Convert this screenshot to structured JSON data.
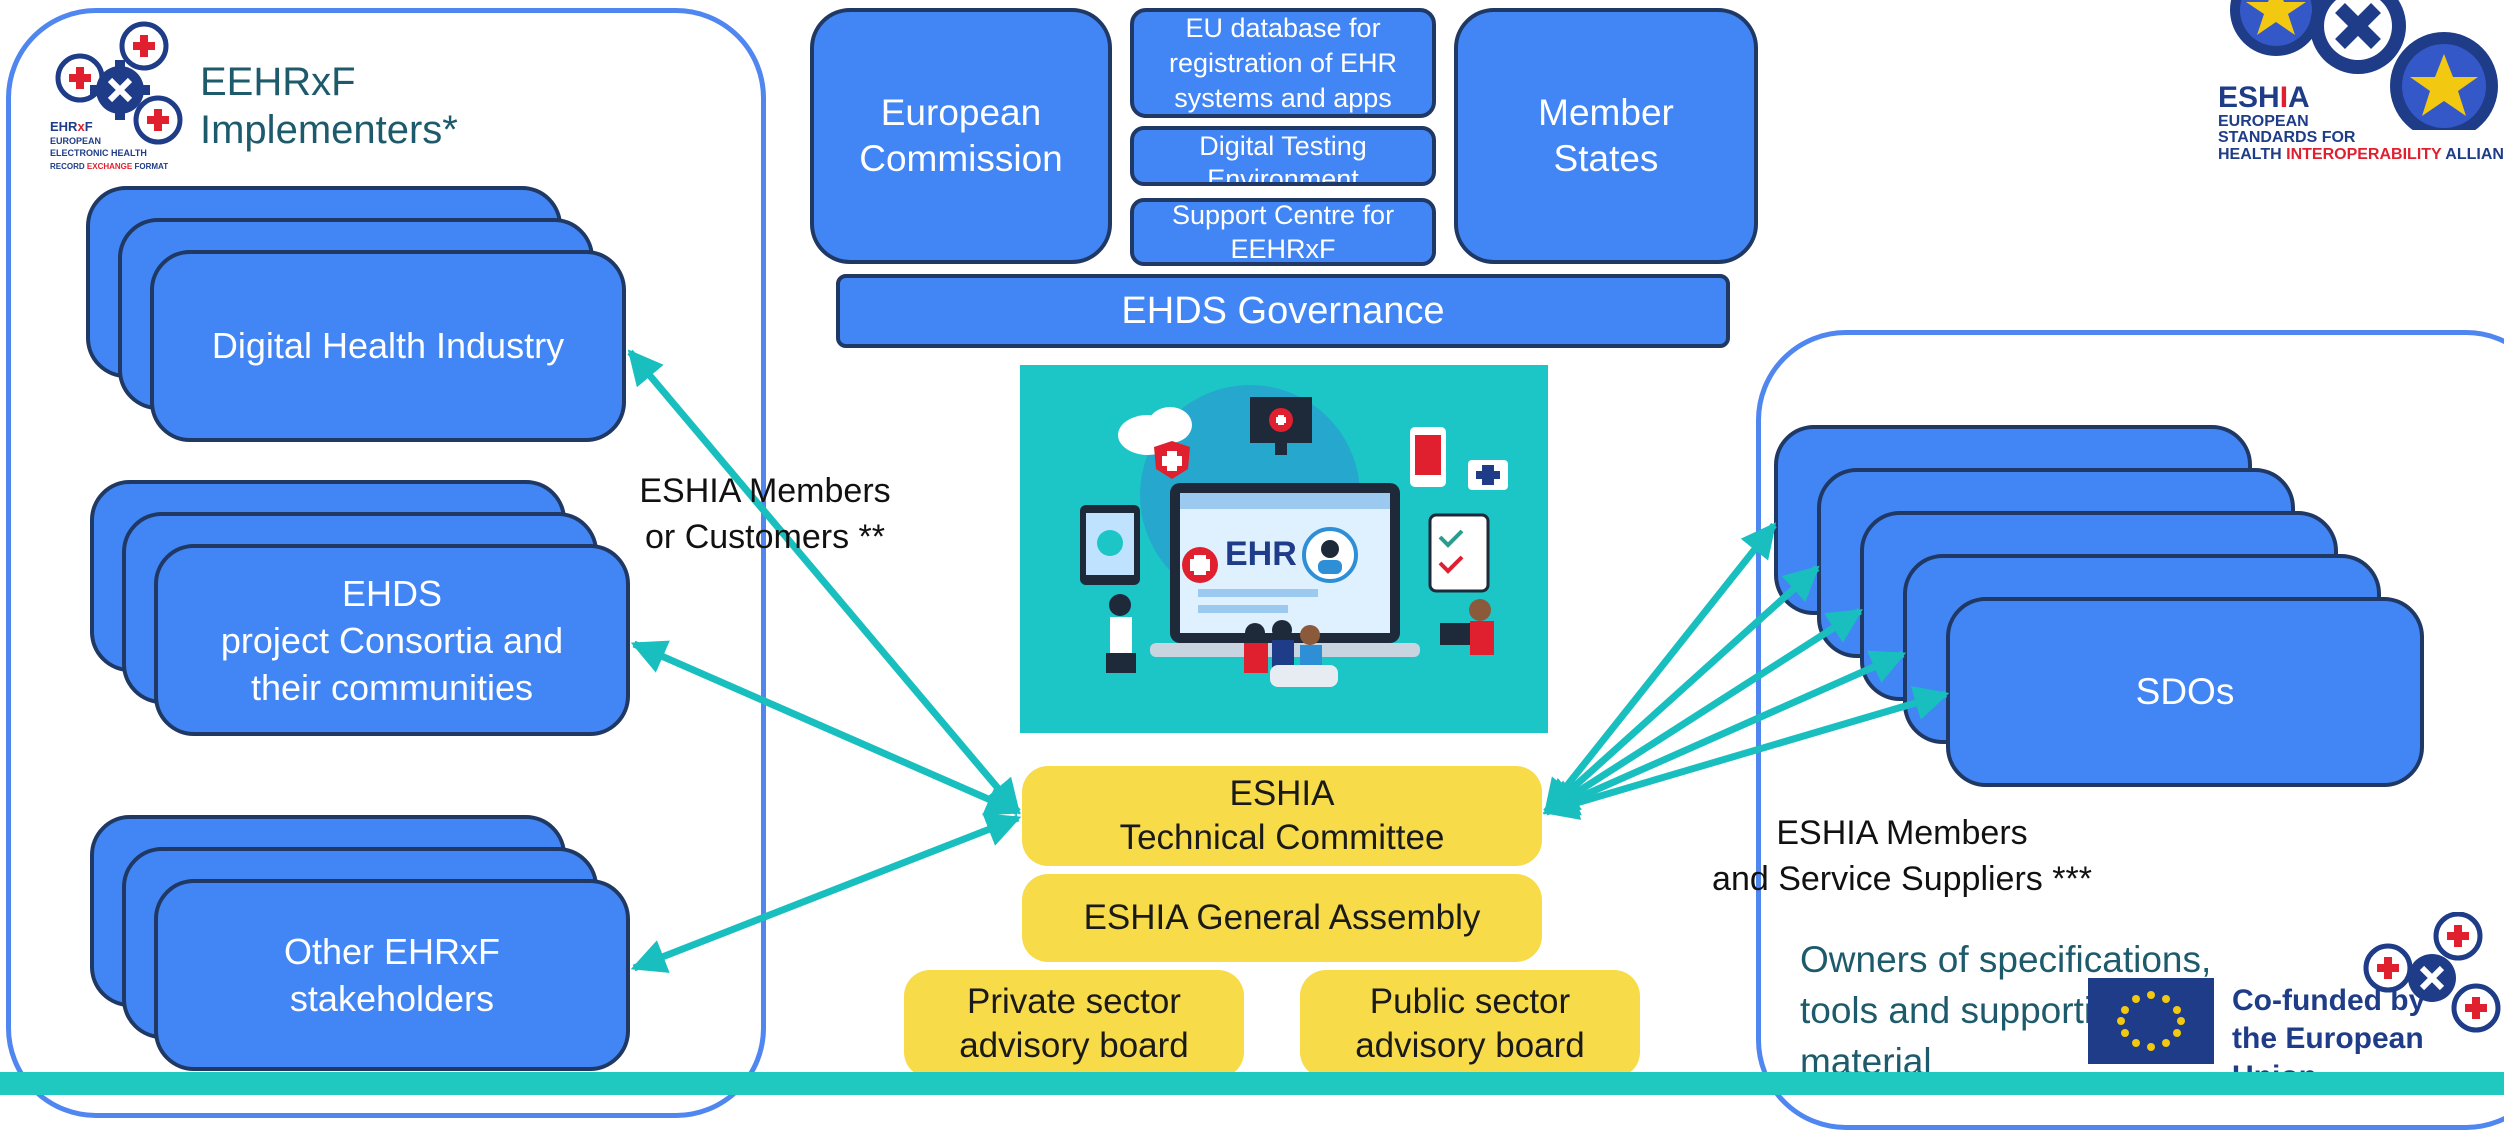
{
  "left_group": {
    "title": "EEHRxF\nImplementers*",
    "logo_text": {
      "brand_main": "EHR",
      "brand_x": "x",
      "brand_f": "F",
      "line1": "EUROPEAN",
      "line2": "ELECTRONIC HEALTH",
      "line3a": "RECORD ",
      "line3b": "EXCHANGE",
      "line3c": " FORMAT"
    },
    "stacks": [
      {
        "label": "Digital Health Industry"
      },
      {
        "label": "EHDS\nproject Consortia and\ntheir communities"
      },
      {
        "label": "Other EHRxF\nstakeholders"
      }
    ]
  },
  "governance": {
    "european_commission": "European\nCommission",
    "member_states": "Member\nStates",
    "services": [
      "EU database for\nregistration of EHR\nsystems and apps",
      "Digital Testing\nEnvironment",
      "Support Centre for\nEEHRxF"
    ],
    "ehds_governance": "EHDS Governance"
  },
  "illustration": {
    "screen_label": "EHR"
  },
  "eshia_bodies": {
    "technical_committee": "ESHIA\nTechnical Committee",
    "general_assembly": "ESHIA General Assembly",
    "private_board": "Private sector\nadvisory board",
    "public_board": "Public sector\nadvisory board"
  },
  "arrow_labels": {
    "left": "ESHIA Members\nor Customers **",
    "right": "ESHIA Members\nand Service Suppliers ***"
  },
  "right_group": {
    "stack_label": "SDOs",
    "owners_text": "Owners of specifications,\ntools and supporting\nmaterial"
  },
  "eshia_logo": {
    "name_a": "ESH",
    "name_b": "I",
    "name_c": "A",
    "line1": "EUROPEAN",
    "line2": "STANDARDS FOR",
    "line3a": "HEALTH ",
    "line3b": "INTEROPERABILITY",
    "line3c": " ALLIANCE"
  },
  "footer": {
    "cofunded": "Co-funded by\nthe European Union"
  },
  "colors": {
    "box_blue": "#4285f4",
    "box_border": "#1f3864",
    "group_border": "#4f86f0",
    "eshia_yellow": "#f7db49",
    "arrow_teal": "#19bfbf",
    "title_teal": "#1d5a6b",
    "illustration_bg": "#1cc6c6",
    "footer_bar": "#20c9c0"
  }
}
